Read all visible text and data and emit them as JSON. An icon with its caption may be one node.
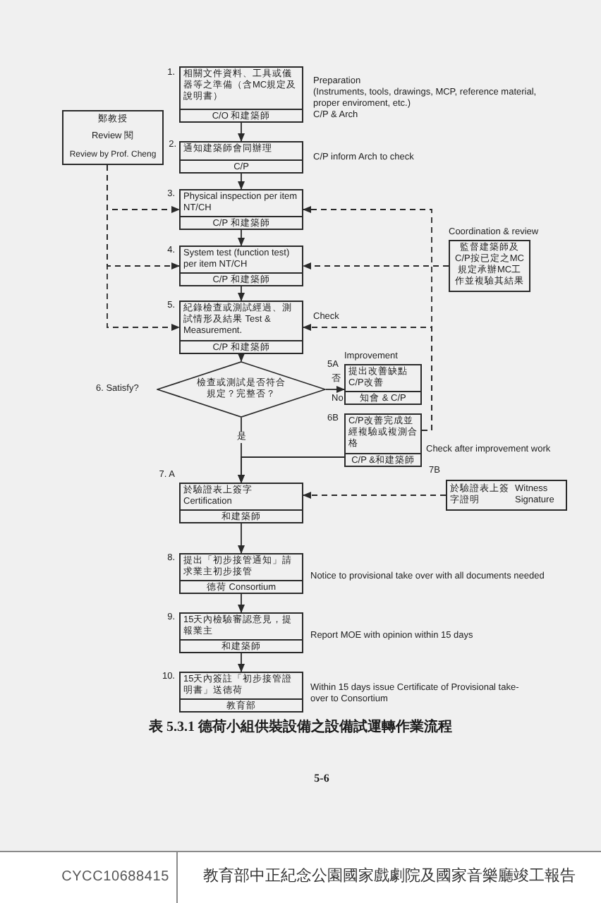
{
  "diagram": {
    "caption": "表 5.3.1 德荷小組供裝設備之設備試運轉作業流程",
    "nodes": [
      {
        "text": [
          "相關文件資料、工具或儀器等之準備（含MC規定及說明書）",
          "C/O 和建築師"
        ],
        "beside": [
          "1.",
          "Preparation",
          "(Instruments, tools, drawings, MCP, reference material, proper enviroment, etc.)",
          "C/P & Arch"
        ]
      },
      {
        "text": [
          "鄭教授",
          "Review 閱",
          "Review by Prof. Cheng"
        ]
      },
      {
        "text": [
          "通知建築師會同辦理",
          "C/P"
        ],
        "beside": [
          "2.",
          "C/P inform Arch to check"
        ]
      },
      {
        "text": [
          "Physical inspection per item NT/CH",
          "C/P 和建築師"
        ],
        "beside": [
          "3."
        ]
      },
      {
        "text": [
          "Coordination & review",
          "監督建築師及C/P按已定之MC規定承辦MC工作並複驗其結果"
        ]
      },
      {
        "text": [
          "System test (function test) per item NT/CH",
          "C/P 和建築師"
        ],
        "beside": [
          "4."
        ]
      },
      {
        "text": [
          "紀錄檢查或測試經過、測試情形及結果 Test & Measurement.",
          "C/P 和建築師"
        ],
        "beside": [
          "5."
        ]
      },
      {
        "text": [
          "檢查或測試是否符合規定？完整否？"
        ],
        "beside": [
          "6. Satisfy?"
        ]
      },
      {
        "text": [
          "Improvement",
          "提出改善缺點C/P改善",
          "知會 & C/P"
        ],
        "beside": [
          "5A"
        ]
      },
      {
        "text": [
          "C/P改善完成並經複驗或複測合格",
          "C/P &和建築師"
        ],
        "beside": [
          "6B",
          "Check after improvement work"
        ]
      },
      {
        "text": [
          "於驗證表上簽字 Certification",
          "和建築師"
        ],
        "beside": [
          "7. A"
        ]
      },
      {
        "text": [
          "於驗證表上簽字證明",
          "Witness Signature"
        ],
        "beside": [
          "7B"
        ]
      },
      {
        "text": [
          "提出「初步接管通知」請求業主初步接管",
          "德荷 Consortium"
        ],
        "beside": [
          "8.",
          "Notice to provisional take over with all documents needed"
        ]
      },
      {
        "text": [
          "15天內檢驗審認意見，提報業主",
          "和建築師"
        ],
        "beside": [
          "9.",
          "Report MOE with opinion within 15 days"
        ]
      },
      {
        "text": [
          "15天內簽註「初步接管證明書」送德荷",
          "教育部"
        ],
        "beside": [
          "10.",
          "Within 15 days issue Certificate of Provisional take-over to Consortium"
        ]
      }
    ],
    "edges": [
      {
        "from": 0,
        "to": 2,
        "arrow": "to"
      },
      {
        "from": 2,
        "to": 3,
        "arrow": "to"
      },
      {
        "from": 3,
        "to": 5,
        "arrow": "to"
      },
      {
        "from": 5,
        "to": 6,
        "arrow": "to"
      },
      {
        "from": 6,
        "to": 7,
        "arrow": "to"
      },
      {
        "from": 7,
        "to": 8,
        "arrow": "to",
        "label": "否"
      },
      {
        "from": 7,
        "to": 10,
        "arrow": "to",
        "label": "是"
      },
      {
        "from": 9,
        "to": 10,
        "arrow": "to"
      },
      {
        "from": 11,
        "to": 10,
        "arrow": "to",
        "style": "dashed"
      },
      {
        "from": 10,
        "to": 12,
        "arrow": "to"
      },
      {
        "from": 12,
        "to": 13,
        "arrow": "to"
      },
      {
        "from": 13,
        "to": 14,
        "arrow": "to"
      },
      {
        "from": 1,
        "to": 3,
        "arrow": "to",
        "style": "dashed"
      },
      {
        "from": 1,
        "to": 5,
        "arrow": "to",
        "style": "dashed"
      },
      {
        "from": 1,
        "to": 6,
        "arrow": "to",
        "style": "dashed"
      },
      {
        "from": 9,
        "to": 3,
        "arrow": "to",
        "style": "dashed"
      },
      {
        "from": 9,
        "to": 6,
        "arrow": "to",
        "style": "dashed",
        "label": "Check"
      },
      {
        "from": 4,
        "to": 5,
        "arrow": "to",
        "style": "dashed"
      }
    ],
    "labels": [
      "No",
      "5-6",
      "CYCC10688415",
      "教育部中正紀念公園國家戲劇院及國家音樂廳竣工報告"
    ]
  }
}
